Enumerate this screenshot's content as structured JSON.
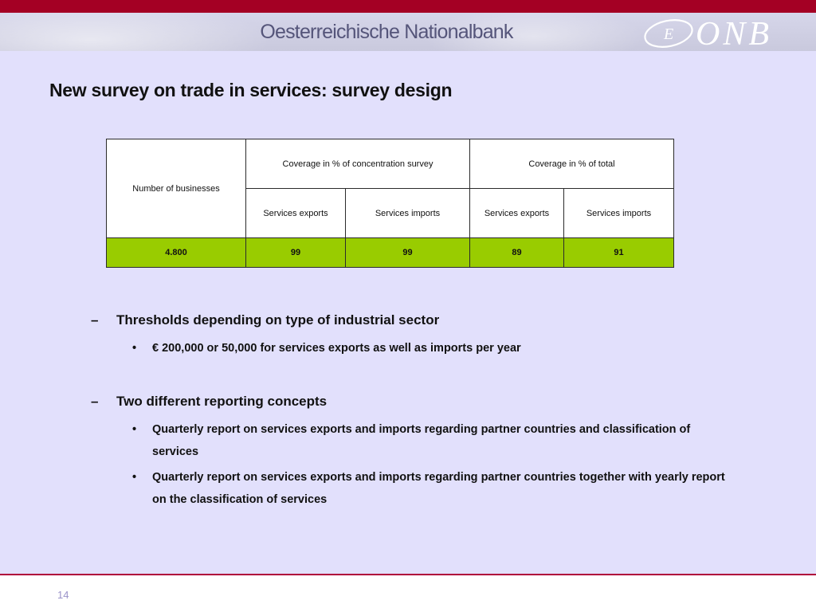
{
  "header": {
    "brand_title": "Oesterreichische Nationalbank",
    "logo_text": "ONB",
    "logo_e": "E"
  },
  "slide": {
    "title": "New survey on trade in services: survey design",
    "page_number": "14"
  },
  "table": {
    "col_business": "Number of businesses",
    "group_concentration": "Coverage in % of concentration survey",
    "group_total": "Coverage in % of total",
    "sub_headers": [
      "Services exports",
      "Services imports",
      "Services exports",
      "Services imports"
    ],
    "values": [
      "4.800",
      "99",
      "99",
      "89",
      "91"
    ]
  },
  "bullets": [
    {
      "text": "Thresholds depending on type of industrial sector",
      "subitems": [
        "€ 200,000 or 50,000 for services exports as well as imports per year"
      ]
    },
    {
      "text": "Two different reporting concepts",
      "subitems": [
        "Quarterly report on services exports and imports regarding partner countries and classification of services",
        "Quarterly report on services exports and imports regarding partner countries together with yearly report on the classification of services"
      ]
    }
  ],
  "colors": {
    "top_bar": "#a40024",
    "background": "#e2e0fc",
    "table_highlight": "#99cc00"
  }
}
